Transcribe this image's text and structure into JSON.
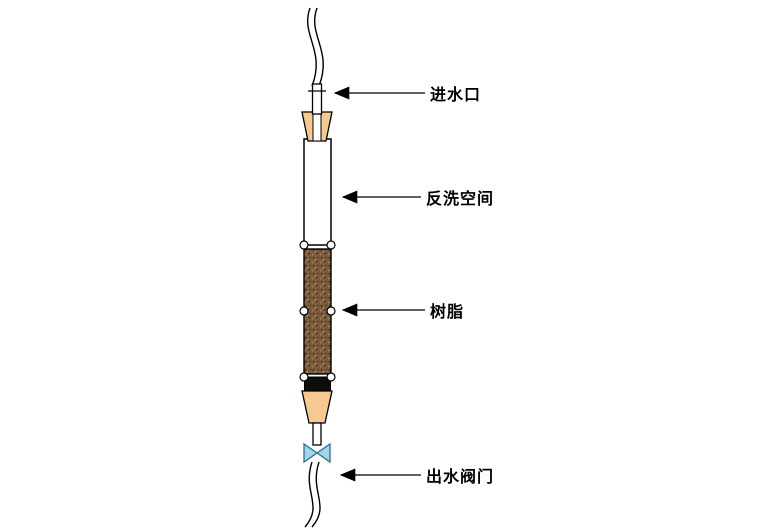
{
  "page": {
    "background": "#ffffff"
  },
  "diagram": {
    "labels": {
      "inlet": "进水口",
      "backwash_space": "反洗空间",
      "resin": "树脂",
      "outlet_valve": "出水阀门"
    },
    "colors": {
      "line": "#000000",
      "stopper": "#f5c98f",
      "resin_base": "#7d5c3d",
      "resin_dot_dark": "#3a2916",
      "resin_dot_light": "#bb9a72",
      "black_band": "#0d0d0d",
      "valve_fill": "#9ed6ec",
      "valve_stroke": "#2e6f8e"
    }
  }
}
